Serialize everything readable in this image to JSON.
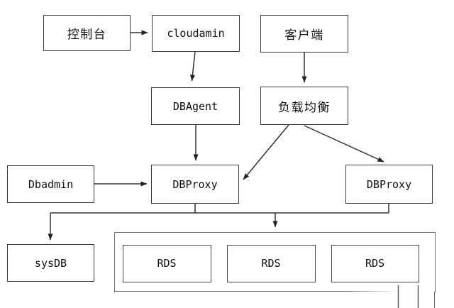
{
  "diagram": {
    "nodes": {
      "console": {
        "label": "控制台"
      },
      "cloudamin": {
        "label": "cloudamin"
      },
      "client": {
        "label": "客户端"
      },
      "dbagent": {
        "label": "DBAgent"
      },
      "load_balancer": {
        "label": "负载均衡"
      },
      "dbadmin": {
        "label": "Dbadmin"
      },
      "dbproxy_left": {
        "label": "DBProxy"
      },
      "dbproxy_right": {
        "label": "DBProxy"
      },
      "sysdb": {
        "label": "sysDB"
      },
      "rds_1": {
        "label": "RDS"
      },
      "rds_2": {
        "label": "RDS"
      },
      "rds_3": {
        "label": "RDS"
      }
    },
    "edges": [
      {
        "from": "控制台",
        "to": "cloudamin"
      },
      {
        "from": "cloudamin",
        "to": "DBAgent"
      },
      {
        "from": "客户端",
        "to": "负载均衡"
      },
      {
        "from": "DBAgent",
        "to": "DBProxy(left)"
      },
      {
        "from": "负载均衡",
        "to": "DBProxy(left)"
      },
      {
        "from": "负载均衡",
        "to": "DBProxy(right)"
      },
      {
        "from": "Dbadmin",
        "to": "DBProxy(left)"
      },
      {
        "from": "DBProxy(left)+DBProxy(right)",
        "to": "sysDB"
      },
      {
        "from": "DBProxy(left)+DBProxy(right)",
        "to": "RDS-group"
      }
    ],
    "colors": {
      "line": "#333333",
      "box_border": "#3a3a3a",
      "container_border": "#6e6e6e",
      "text": "#111111",
      "background": "#ffffff"
    }
  }
}
